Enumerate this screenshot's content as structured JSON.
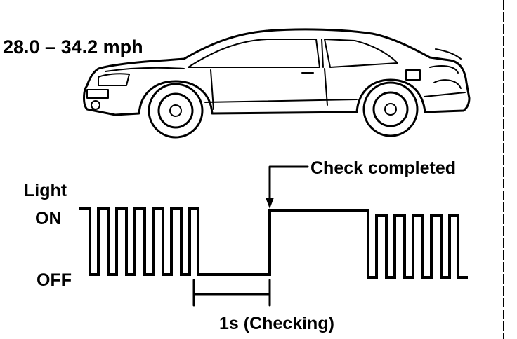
{
  "speed_range": "28.0 – 34.2 mph",
  "signal": {
    "axis_label": "Light",
    "on_label": "ON",
    "off_label": "OFF",
    "annotation": "Check completed",
    "interval_label": "1s (Checking)"
  },
  "colors": {
    "ink": "#000000",
    "background": "#ffffff"
  },
  "icons": {
    "car": "car-side-icon",
    "annotation_arrow": "arrow-down-icon"
  }
}
